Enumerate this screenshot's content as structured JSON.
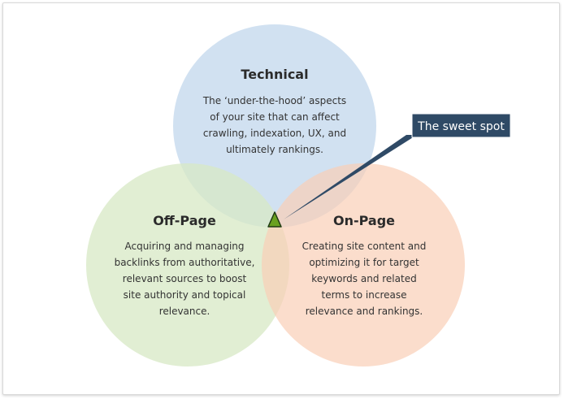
{
  "diagram": {
    "technical": {
      "title": "Technical",
      "lines": [
        "The ‘under-the-hood’ aspects",
        "of your site that can affect",
        "crawling, indexation, UX, and",
        "ultimately rankings."
      ],
      "color": "#c9dcef"
    },
    "offpage": {
      "title": "Off-Page",
      "lines": [
        "Acquiring and managing",
        "backlinks from authoritative,",
        "relevant sources to boost",
        "site authority and topical",
        "relevance."
      ],
      "color": "#d7e8c4"
    },
    "onpage": {
      "title": "On-Page",
      "lines": [
        "Creating site content and",
        "optimizing it for target",
        "keywords and related",
        "terms to increase",
        "relevance and rankings."
      ],
      "color": "#f9cfb6"
    },
    "callout": {
      "label": "The sweet spot",
      "color": "#2f4a66"
    },
    "marker": {
      "fill": "#6aa121",
      "stroke": "#1f3a12"
    }
  }
}
